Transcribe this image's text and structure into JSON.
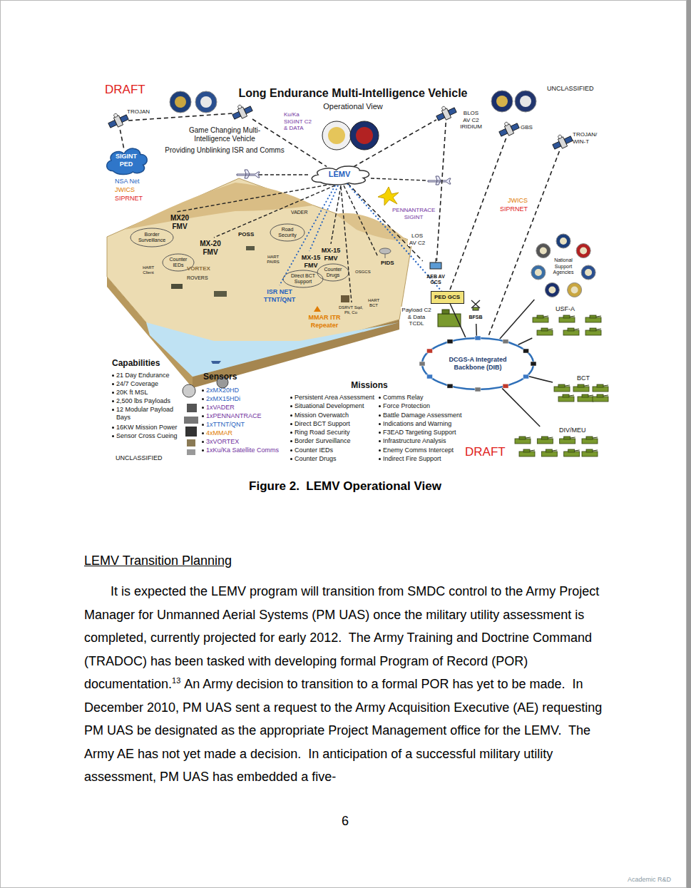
{
  "diagram": {
    "title": "Long Endurance Multi-Intelligence Vehicle",
    "caption": "Figure 2.  LEMV Operational View",
    "nodes": [
      {
        "text": [
          "SIGINT PED"
        ]
      },
      {
        "text": [
          "TROJAN"
        ]
      },
      {
        "text": [
          "Ku/Ka SIGINT C2 & DATA"
        ]
      },
      {
        "text": [
          "LEMV"
        ]
      },
      {
        "text": [
          "BLOS AV C2 IRIDIUM"
        ]
      },
      {
        "text": [
          "GBS"
        ]
      },
      {
        "text": [
          "TROJAN/ WIN-T"
        ]
      },
      {
        "text": [
          "AEB AV GCS"
        ]
      },
      {
        "text": [
          "PED GCS"
        ]
      },
      {
        "text": [
          "BFSB"
        ]
      },
      {
        "text": [
          "DCGS-A Integrated Backbone (DIB)"
        ]
      },
      {
        "text": [
          "National Support Agencies"
        ]
      },
      {
        "text": [
          "USF-A"
        ]
      },
      {
        "text": [
          "BCT"
        ]
      },
      {
        "text": [
          "DIV/MEU"
        ]
      }
    ],
    "edges": [
      {
        "from": 0,
        "to": 1,
        "arrow": "none"
      },
      {
        "from": 1,
        "to": 2,
        "arrow": "none"
      },
      {
        "from": 2,
        "to": 3,
        "arrow": "none"
      },
      {
        "from": 3,
        "to": 4,
        "arrow": "none"
      },
      {
        "from": 4,
        "to": 7,
        "arrow": "none"
      },
      {
        "from": 5,
        "to": 8,
        "arrow": "none"
      },
      {
        "from": 6,
        "to": 10,
        "arrow": "none"
      },
      {
        "from": 3,
        "to": 7,
        "label": "LOS AV C2",
        "arrow": "none"
      },
      {
        "from": 3,
        "to": 8,
        "label": "Payload C2 & Data TCDL",
        "arrow": "none"
      },
      {
        "from": 8,
        "to": 10,
        "arrow": "none"
      },
      {
        "from": 9,
        "to": 10,
        "arrow": "none"
      },
      {
        "from": 10,
        "to": 11,
        "arrow": "none"
      },
      {
        "from": 10,
        "to": 12,
        "arrow": "none"
      },
      {
        "from": 10,
        "to": 13,
        "arrow": "none"
      },
      {
        "from": 10,
        "to": 14,
        "arrow": "none"
      }
    ],
    "labels": [
      "DRAFT",
      "UNCLASSIFIED",
      "Operational View",
      "Game Changing Multi-Intelligence Vehicle",
      "Providing Unblinking ISR and Comms",
      "NSA Net",
      "JWICS",
      "SIPRNET",
      "PENNANTRACE SIGINT",
      "JWICS",
      "SIPRNET",
      "MX20 FMV",
      "Border Surveillance",
      "MX-20 FMV",
      "Counter IEDs",
      "HART Client",
      "VORTEX",
      "ROVERS",
      "POSS",
      "VADER",
      "Road Security",
      "HART PAIRS",
      "MX-15 FMV",
      "MX-15 FMV",
      "Direct BCT Support",
      "Counter Drugs",
      "ISR NET TTNT/QNT",
      "MMAR ITR Repeater",
      "DSRVT Sqd, Plt, Co",
      "OSGCS",
      "PIDS",
      "HART BCT",
      "Capabilities",
      "21 Day Endurance",
      "24/7 Coverage",
      "20K ft MSL",
      "2,500 lbs Payloads",
      "12 Modular Payload Bays",
      "16KW Mission Power",
      "Sensor Cross Cueing",
      "Sensors",
      "2xMX20HD",
      "2xMX15HDi",
      "1xVADER",
      "1xPENNANTRACE",
      "1xTTNT/QNT",
      "4xMMAR",
      "3xVORTEX",
      "1xKu/Ka Satellite Comms",
      "UNCLASSIFIED",
      "Missions",
      "Persistent Area Assessment",
      "Situational Development",
      "Mission Overwatch",
      "Direct BCT Support",
      "Ring Road Security",
      "Border Surveillance",
      "Counter IEDs",
      "Counter Drugs",
      "Comms Relay",
      "Force Protection",
      "Battle Damage Assessment",
      "Indications and Warning",
      "F3EAD Targeting Support",
      "Infrastructure Analysis",
      "Enemy Comms Intercept",
      "Indirect Fire Support",
      "DRAFT",
      "LEMV Transition Planning",
      "It is expected the LEMV program will transition from SMDC control to the Army Project Manager for Unmanned Aerial Systems (PM UAS) once the military utility assessment is completed, currently projected for early 2012.  The Army Training and Doctrine Command (TRADOC) has been tasked with developing formal Program of Record (POR) documentation.",
      "13",
      "An Army decision to transition to a formal POR has yet to be made.  In December 2010, PM UAS sent a request to the Army Acquisition Executive (AE) requesting PM UAS be designated as the appropriate Project Management office for the LEMV.  The Army AE has not yet made a decision.  In anticipation of a successful military utility assessment, PM UAS has embedded a five-",
      "6",
      "Academic R&D"
    ]
  }
}
